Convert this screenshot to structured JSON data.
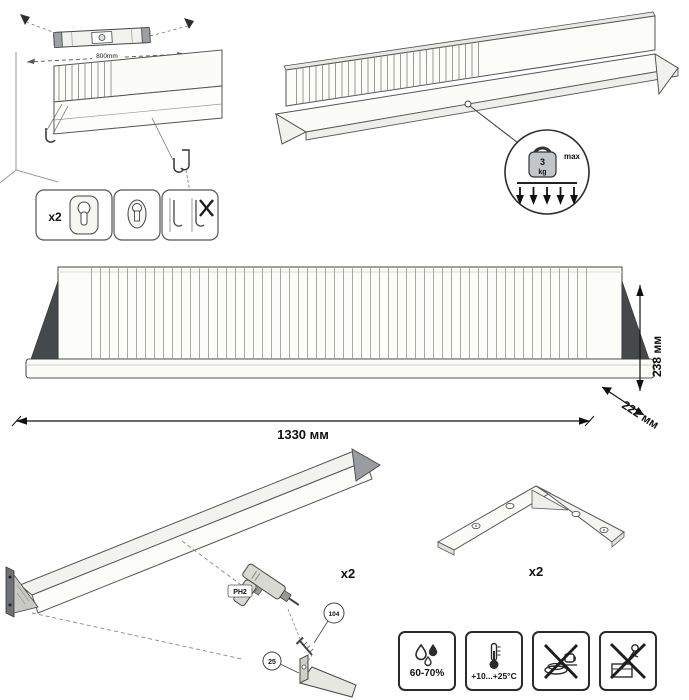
{
  "wall_mounting": {
    "spacing_label": "800mm",
    "hardware_count": "x2"
  },
  "load_limit": {
    "value": "3",
    "unit": "kg",
    "max_label": "max"
  },
  "dimensions": {
    "width": "1330 мм",
    "height": "238 мм",
    "depth": "222 мм"
  },
  "assembly": {
    "count": "x2",
    "bit_label": "PH2",
    "screw_ref": "104",
    "confirmat_ref": "25"
  },
  "bracket": {
    "count": "x2"
  },
  "environment": {
    "humidity": "60-70%",
    "temperature": "+10...+25°C"
  }
}
